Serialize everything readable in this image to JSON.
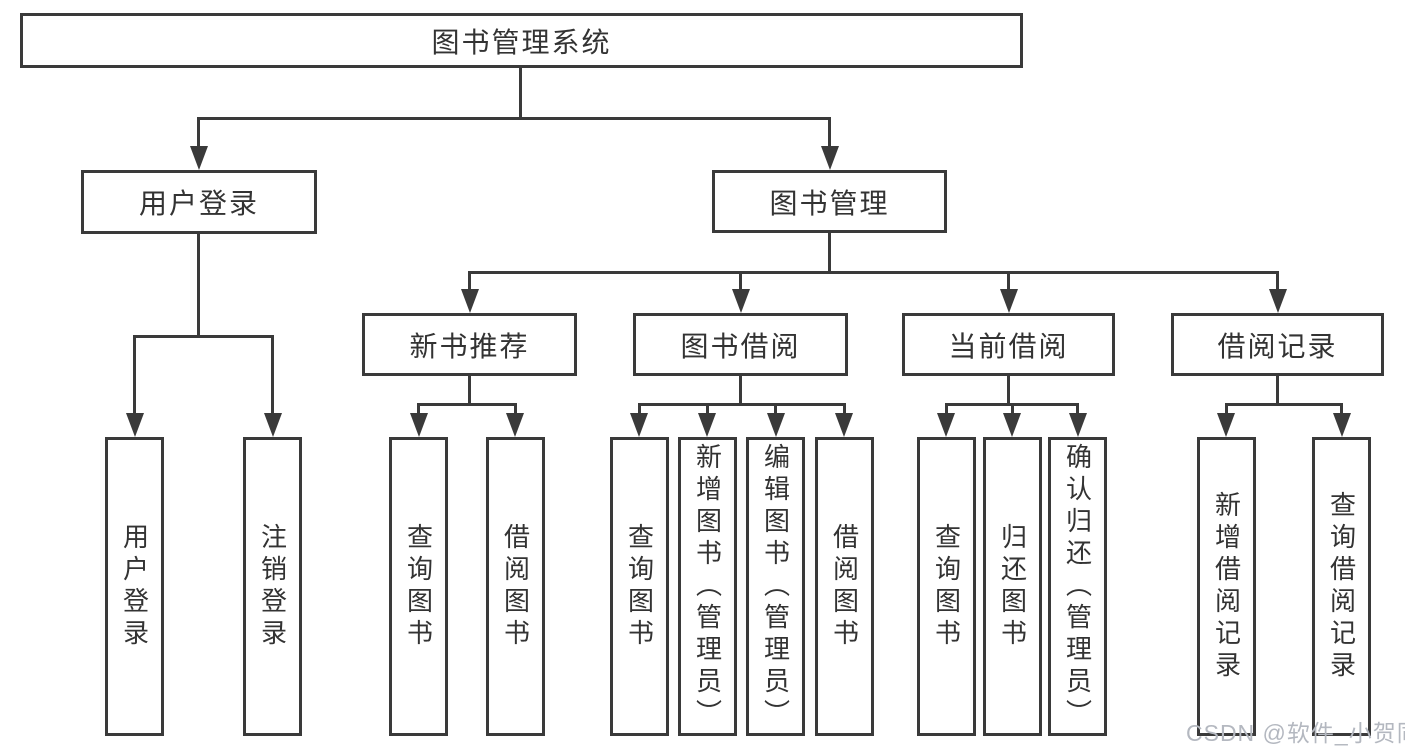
{
  "diagram": {
    "title": "图书管理系统",
    "level1": [
      "用户登录",
      "图书管理"
    ],
    "level2": [
      "新书推荐",
      "图书借阅",
      "当前借阅",
      "借阅记录"
    ],
    "leaves_user_login": [
      "用户登录",
      "注销登录"
    ],
    "leaves_new_book": [
      "查询图书",
      "借阅图书"
    ],
    "leaves_book_borrow": [
      "查询图书",
      "新增图书（管理员）",
      "编辑图书（管理员）",
      "借阅图书"
    ],
    "leaves_current_borrow": [
      "查询图书",
      "归还图书",
      "确认归还（管理员）"
    ],
    "leaves_borrow_records": [
      "新增借阅记录",
      "查询借阅记录"
    ],
    "watermark": "CSDN @软件_小贺同学",
    "colors": {
      "line": "#3a3a3a",
      "text": "#333333",
      "watermark": "#b4b8c0",
      "background": "#ffffff"
    }
  }
}
